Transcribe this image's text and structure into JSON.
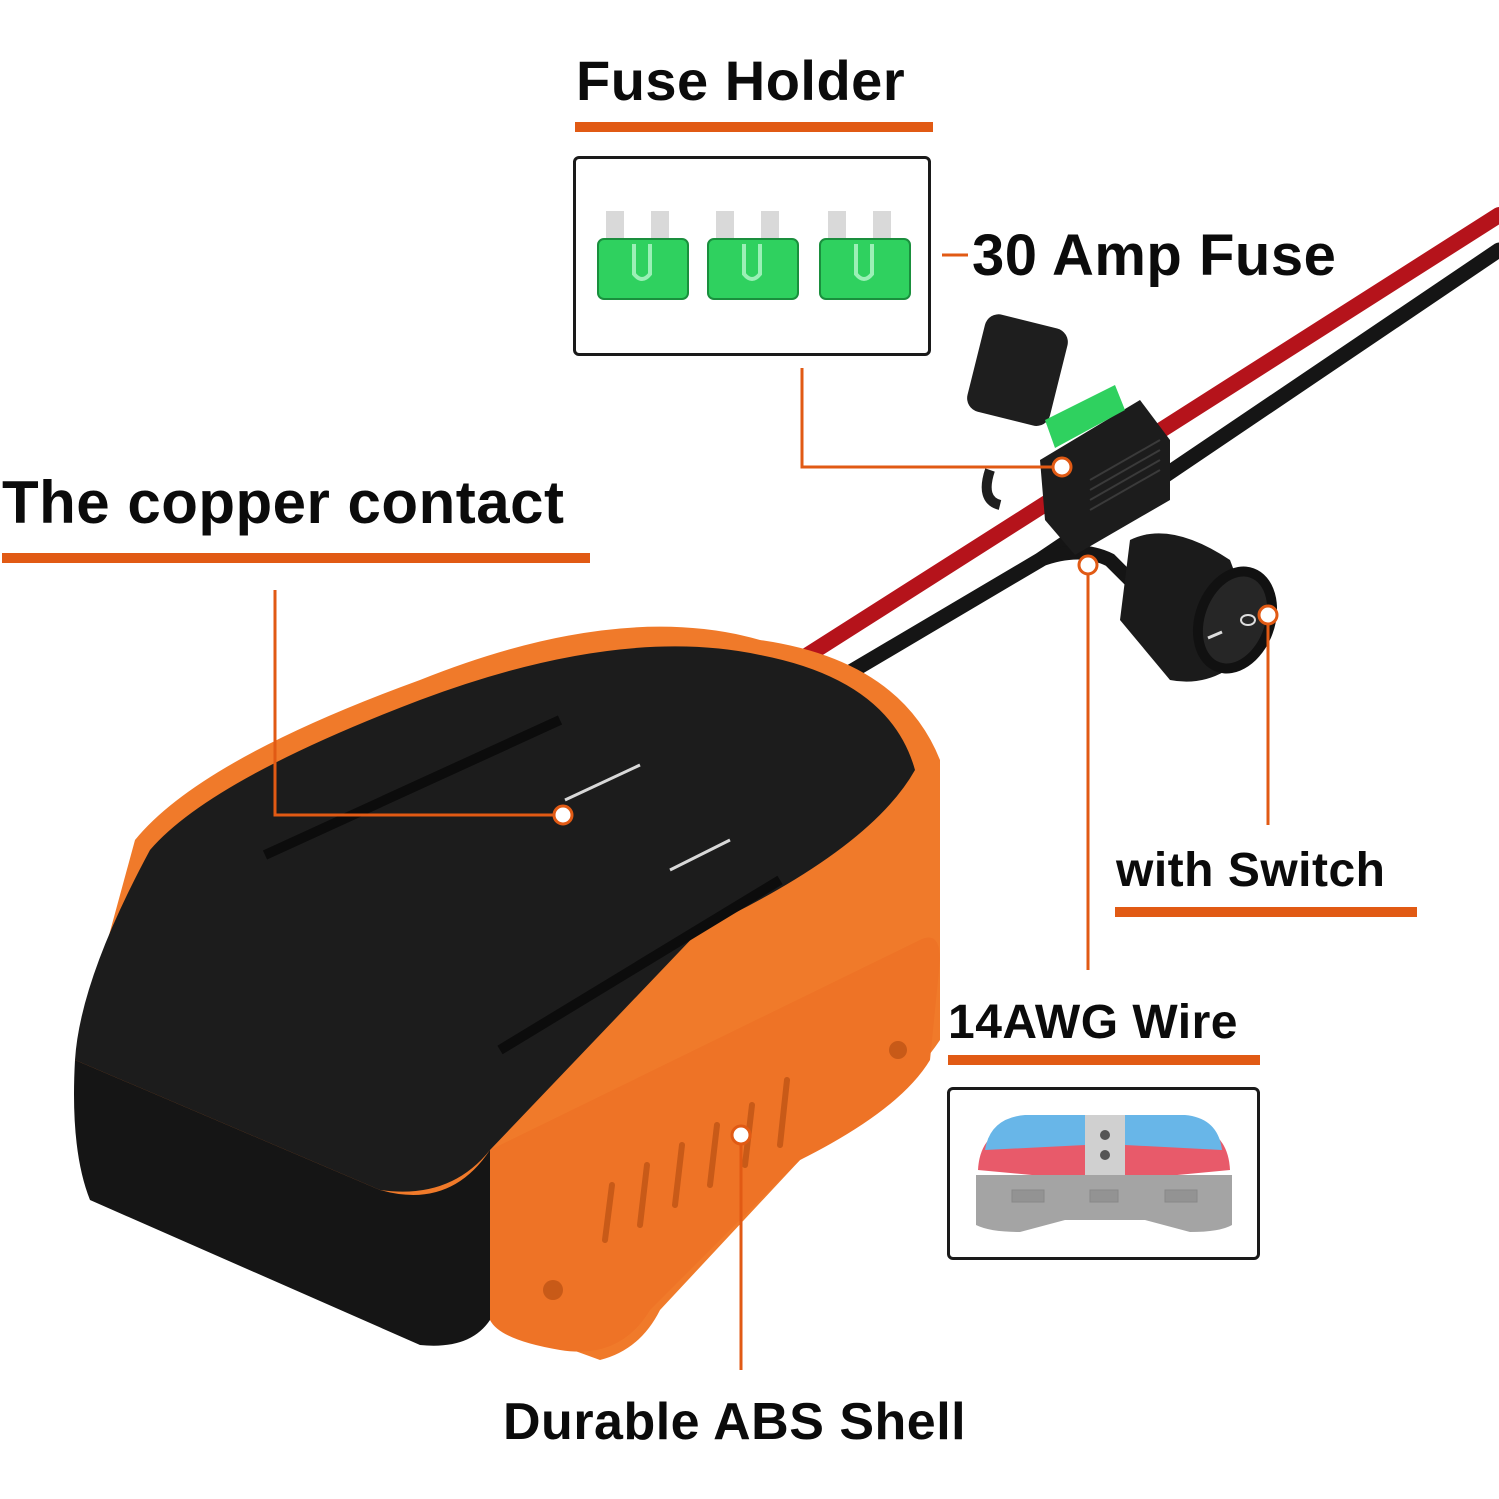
{
  "colors": {
    "accent": "#e15a14",
    "shell_orange": "#f07a2a",
    "shell_black": "#1c1c1c",
    "wire_red": "#b5131b",
    "wire_black": "#151515",
    "fuse_green": "#2fd15f"
  },
  "labels": {
    "fuse_holder": "Fuse Holder",
    "fuse_amp": "30 Amp Fuse",
    "copper_contact": "The copper contact",
    "switch": "with Switch",
    "wire": "14AWG Wire",
    "shell": "Durable ABS Shell"
  },
  "insets": {
    "fuses": {
      "count": 3,
      "icon": "blade-fuse-icon"
    },
    "connector": {
      "icon": "lever-wire-connector-icon"
    }
  },
  "switch_marks": {
    "on": "—",
    "off": "O"
  }
}
